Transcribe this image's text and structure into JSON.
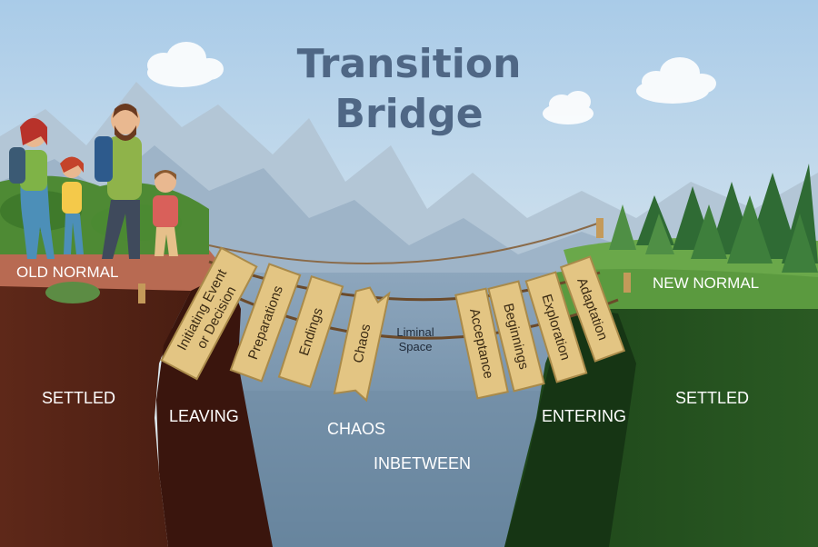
{
  "title": {
    "line1": "Transition",
    "line2": "Bridge"
  },
  "zones": {
    "old_normal": "OLD NORMAL",
    "new_normal": "NEW NORMAL",
    "settled_left": "SETTLED",
    "settled_right": "SETTLED",
    "leaving": "LEAVING",
    "chaos": "CHAOS",
    "inbetween": "INBETWEEN",
    "entering": "ENTERING"
  },
  "planks": {
    "initiating_line1": "Initiating Event",
    "initiating_line2": "or Decision",
    "preparations": "Preparations",
    "endings": "Endings",
    "chaos": "Chaos",
    "acceptance": "Acceptance",
    "beginnings": "Beginnings",
    "exploration": "Exploration",
    "adaptation": "Adaptation"
  },
  "liminal": {
    "line1": "Liminal",
    "line2": "Space"
  },
  "colors": {
    "sky_top": "#a9cbe8",
    "sky_bottom": "#dde9ef",
    "left_cliff": "#5b2418",
    "right_cliff": "#1f4a1e",
    "plank": "#e3c583",
    "title": "#4f6785"
  }
}
